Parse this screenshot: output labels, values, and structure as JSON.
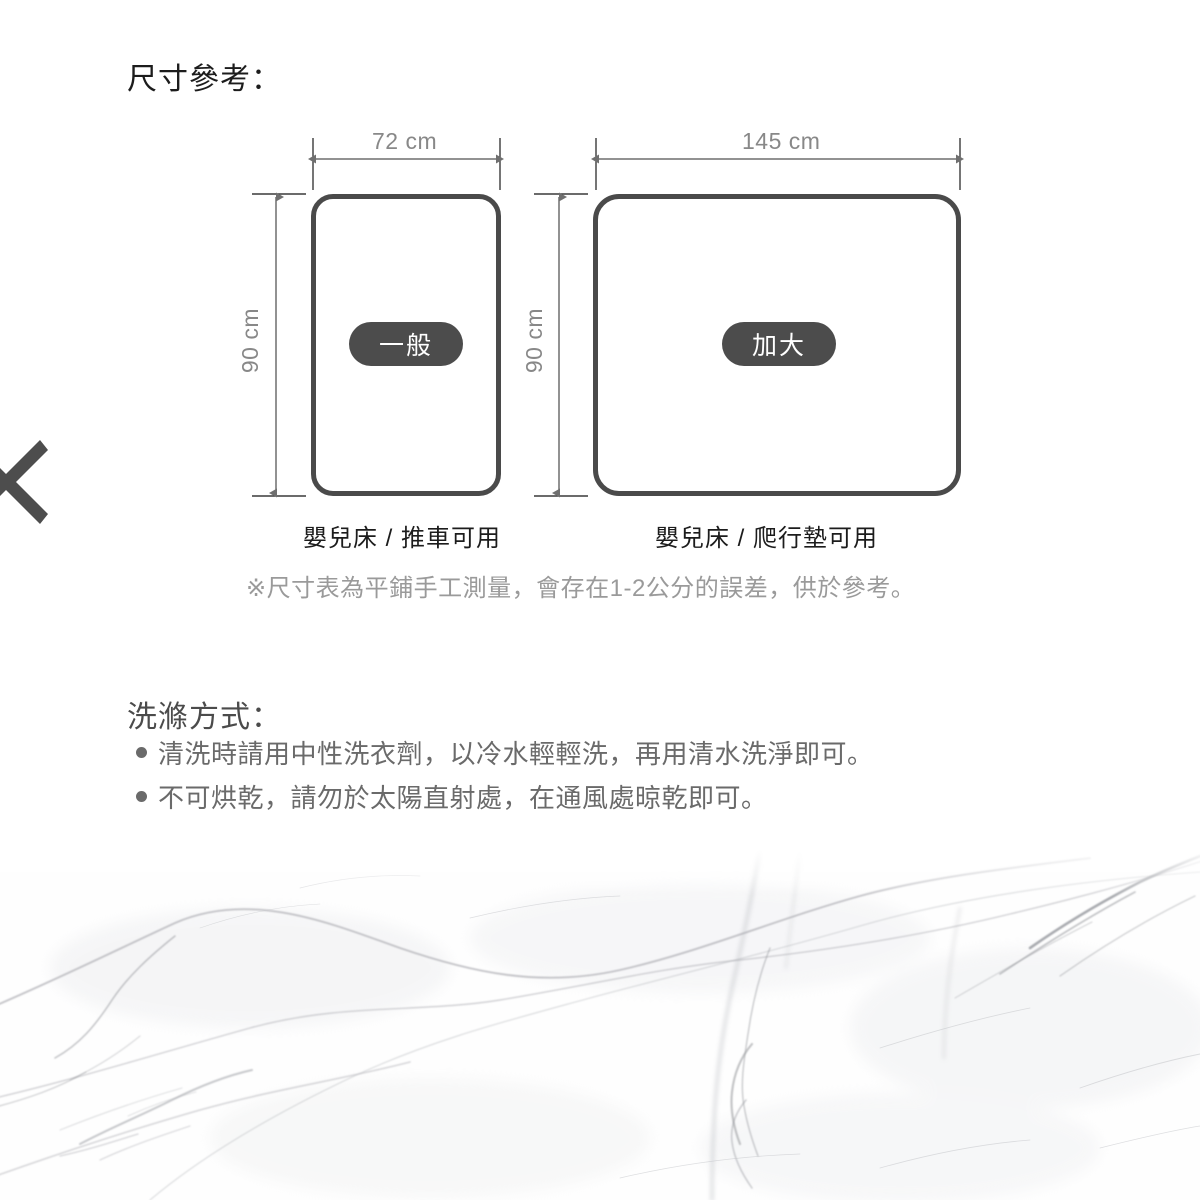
{
  "size_section": {
    "title": "尺寸參考：",
    "mats": [
      {
        "name": "regular",
        "badge": "一般",
        "width_label": "72 cm",
        "height_label": "90 cm",
        "caption": "嬰兒床 / 推車可用"
      },
      {
        "name": "large",
        "badge": "加大",
        "width_label": "145 cm",
        "height_label": "90 cm",
        "caption": "嬰兒床 / 爬行墊可用"
      }
    ],
    "note": "※尺寸表為平鋪手工測量，會存在1-2公分的誤差，供於參考。"
  },
  "wash_section": {
    "title": "洗滌方式：",
    "items": [
      "清洗時請用中性洗衣劑，以冷水輕輕洗，再用清水洗淨即可。",
      "不可烘乾，請勿於太陽直射處，在通風處晾乾即可。"
    ]
  },
  "decorations": {
    "x_mark_icon": "x-mark-icon",
    "marble_background": "marble-texture"
  },
  "colors": {
    "outline": "#4a4a4a",
    "badge_bg": "#4c4c4c",
    "badge_text": "#ffffff",
    "dimension_text": "#888888",
    "title_text": "#1c1c1c",
    "note_text": "#9a9a9a",
    "wash_text": "#6a6a6a",
    "marble_vein": "#b8b8bc"
  }
}
